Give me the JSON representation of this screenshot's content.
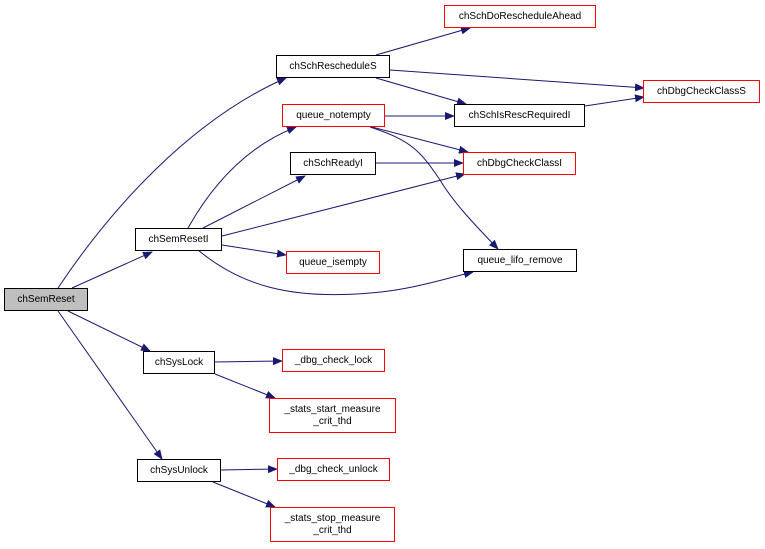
{
  "graph": {
    "nodes": {
      "chSemReset": {
        "label": "chSemReset",
        "style": "root"
      },
      "chSemResetI": {
        "label": "chSemResetI",
        "style": "black"
      },
      "chSchRescheduleS": {
        "label": "chSchRescheduleS",
        "style": "black"
      },
      "queue_notempty": {
        "label": "queue_notempty",
        "style": "red"
      },
      "chSchReadyI": {
        "label": "chSchReadyI",
        "style": "black"
      },
      "queue_isempty": {
        "label": "queue_isempty",
        "style": "red"
      },
      "chSchDoRescheduleAhead": {
        "label": "chSchDoRescheduleAhead",
        "style": "red"
      },
      "chDbgCheckClassS": {
        "label": "chDbgCheckClassS",
        "style": "red"
      },
      "chSchIsRescRequiredI": {
        "label": "chSchIsRescRequiredI",
        "style": "black"
      },
      "chDbgCheckClassI": {
        "label": "chDbgCheckClassI",
        "style": "red"
      },
      "queue_lifo_remove": {
        "label": "queue_lifo_remove",
        "style": "black"
      },
      "chSysLock": {
        "label": "chSysLock",
        "style": "black"
      },
      "_dbg_check_lock": {
        "label": "_dbg_check_lock",
        "style": "red"
      },
      "_stats_start_measure_crit_thd": {
        "label": "_stats_start_measure\n_crit_thd",
        "style": "red"
      },
      "chSysUnlock": {
        "label": "chSysUnlock",
        "style": "black"
      },
      "_dbg_check_unlock": {
        "label": "_dbg_check_unlock",
        "style": "red"
      },
      "_stats_stop_measure_crit_thd": {
        "label": "_stats_stop_measure\n_crit_thd",
        "style": "red"
      }
    },
    "colors": {
      "edge": "#191970",
      "red_border": "#ff0000",
      "root_fill": "#bfbfbf"
    }
  }
}
